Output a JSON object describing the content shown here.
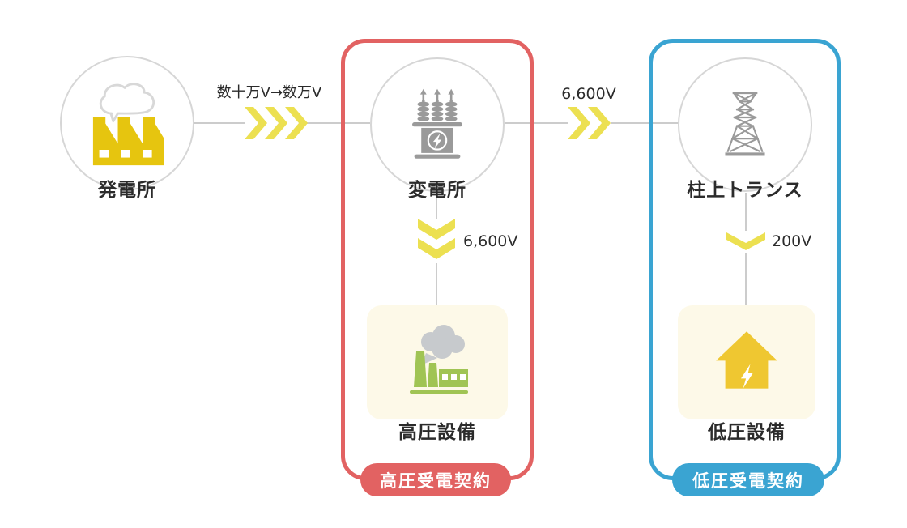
{
  "colors": {
    "accent_red": "#e26262",
    "accent_blue": "#3aa4d2",
    "chevron_yellow": "#ece051",
    "icon_yellow": "#e6c50f",
    "house_yellow": "#efc731",
    "icon_green": "#a0c454",
    "icon_gray": "#9a9a9a",
    "smoke_gray": "#c7cacd",
    "line_gray": "#cccccc",
    "circle_border": "#d6d6d6",
    "cloud_stroke": "#d8d8d8",
    "cream_bg": "#fdf9e8",
    "text_dark": "#2b2b2b",
    "badge_text": "#ffffff"
  },
  "nodes": {
    "power_plant": {
      "label": "発電所",
      "icon": "factory-icon"
    },
    "substation": {
      "label": "変電所",
      "icon": "transformer-icon"
    },
    "pole_transformer": {
      "label": "柱上トランス",
      "icon": "transmission-tower-icon"
    },
    "high_voltage_equipment": {
      "label": "高圧設備",
      "icon": "green-factory-icon"
    },
    "low_voltage_equipment": {
      "label": "低圧設備",
      "icon": "house-lightning-icon"
    }
  },
  "flows": {
    "plant_to_substation": {
      "label": "数十万V→数万V",
      "chevron_count": 3,
      "direction": "right"
    },
    "substation_to_pole_transformer": {
      "label": "6,600V",
      "chevron_count": 2,
      "direction": "right"
    },
    "substation_to_high_voltage_equipment": {
      "label": "6,600V",
      "chevron_count": 2,
      "direction": "down"
    },
    "pole_transformer_to_low_voltage_equipment": {
      "label": "200V",
      "chevron_count": 1,
      "direction": "down"
    }
  },
  "contracts": {
    "high_voltage": {
      "label": "高圧受電契約"
    },
    "low_voltage": {
      "label": "低圧受電契約"
    }
  }
}
